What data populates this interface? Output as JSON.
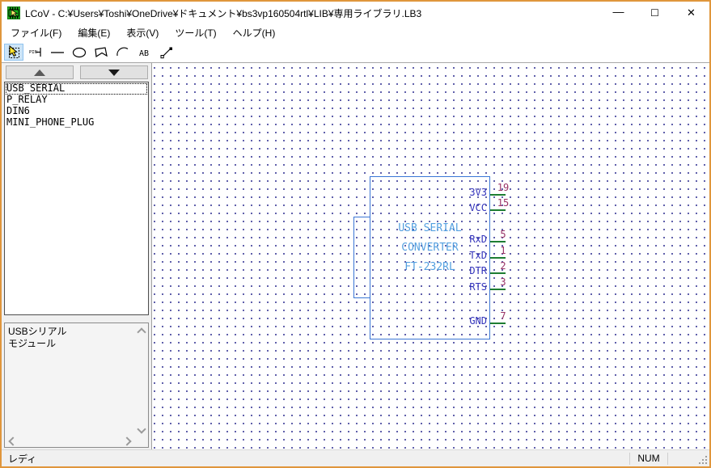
{
  "window": {
    "title": "LCoV - C:¥Users¥Toshi¥OneDrive¥ドキュメント¥bs3vp160504rtl¥LIB¥専用ライブラリ.LB3",
    "controls": {
      "minimize": "—",
      "maximize": "☐",
      "close": "✕"
    },
    "border_color": "#e0963c"
  },
  "menu": {
    "items": [
      {
        "label": "ファイル(F)"
      },
      {
        "label": "編集(E)"
      },
      {
        "label": "表示(V)"
      },
      {
        "label": "ツール(T)"
      },
      {
        "label": "ヘルプ(H)"
      }
    ]
  },
  "toolbar": {
    "selected_tool": "select",
    "pin_tool_glyph": "PIN",
    "text_tool_glyph": "AB",
    "tools": [
      "select",
      "pin",
      "line",
      "ellipse",
      "polygon",
      "arc",
      "text",
      "segment"
    ]
  },
  "sidebar": {
    "components": [
      "USB_SERIAL",
      "P_RELAY",
      "DIN6",
      "MINI_PHONE_PLUG"
    ],
    "selected_component": "USB_SERIAL",
    "description_lines": [
      "USBシリアル",
      "モジュール"
    ]
  },
  "canvas": {
    "grid_dot_color": "#2b2b8f",
    "symbol": {
      "labels": [
        "USB SERIAL",
        "CONVERTER",
        "FT-232RL"
      ],
      "body_color": "#3a76d6",
      "label_color": "#55a0e0",
      "pin_name_color": "#3333bb",
      "pin_number_color": "#993366",
      "pin_line_color": "#1e7d32",
      "pins": [
        {
          "name": "3V3",
          "number": "19"
        },
        {
          "name": "VCC",
          "number": "15"
        },
        {
          "name": "RxD",
          "number": "5"
        },
        {
          "name": "TxD",
          "number": "1"
        },
        {
          "name": "DTR",
          "number": "2"
        },
        {
          "name": "RTS",
          "number": "3"
        },
        {
          "name": "GND",
          "number": "7"
        }
      ]
    }
  },
  "statusbar": {
    "ready": "レディ",
    "num": "NUM"
  }
}
